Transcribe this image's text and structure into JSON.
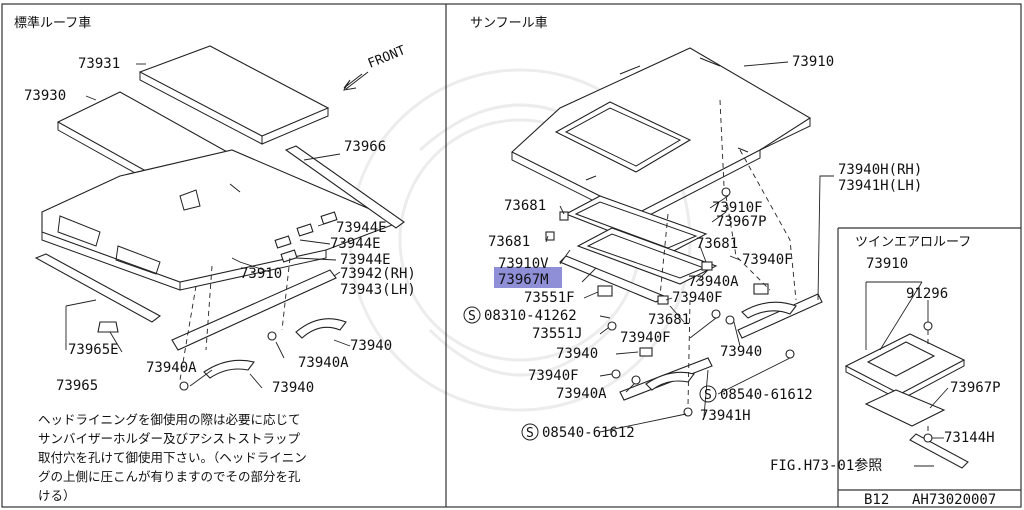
{
  "sections": {
    "left_title": "標準ルーフ車",
    "center_title": "サンフール車",
    "inset_title": "ツインエアロルーフ"
  },
  "front_label": "FRONT",
  "left_parts": {
    "p73931": "73931",
    "p73930": "73930",
    "p73966": "73966",
    "p73944e_1": "73944E",
    "p73944e_2": "73944E",
    "p73944e_3": "73944E",
    "p73910": "73910",
    "p73942": "73942(RH)",
    "p73943": "73943(LH)",
    "p73965e": "73965E",
    "p73965": "73965",
    "p73940_1": "73940",
    "p73940a_1": "73940A",
    "p73940a_2": "73940A",
    "p73940_2": "73940"
  },
  "center_parts": {
    "p73910": "73910",
    "p73681_1": "73681",
    "p73681_2": "73681",
    "p73910v": "73910V",
    "p73967m": "73967M",
    "p73551f": "73551F",
    "s08310": "08310-41262",
    "p73551j": "73551J",
    "p73940_a": "73940",
    "p73940f_1": "73940F",
    "p73940a": "73940A",
    "s08540_1": "08540-61612",
    "p73910f": "73910F",
    "p73967p": "73967P",
    "p73681_3": "73681",
    "p73940f_2": "73940F",
    "p73940a_2": "73940A",
    "p73940f_3": "73940F",
    "p73681_4": "73681",
    "p73940f_4": "73940F",
    "p73940_b": "73940",
    "p73940h": "73940H(RH)",
    "p73941h_rh": "73941H(LH)",
    "s08540_2": "08540-61612",
    "p73941h": "73941H"
  },
  "inset_parts": {
    "p73910": "73910",
    "p91296": "91296",
    "p73967p": "73967P",
    "p73144h": "73144H",
    "fig_ref": "FIG.H73-01参照"
  },
  "screw_symbol": "S",
  "note_lines": [
    "ヘッドライニングを御使用の際は必要に応じて",
    "サンバイザーホルダー及びアシストストラップ",
    "取付穴を孔けて御使用下さい。（ヘッドライニン",
    "グの上側に圧こんが有りますのでその部分を孔",
    "ける）"
  ],
  "footer": {
    "model": "B12",
    "code": "AH73020007"
  },
  "highlight_color": "#8f8fd8"
}
